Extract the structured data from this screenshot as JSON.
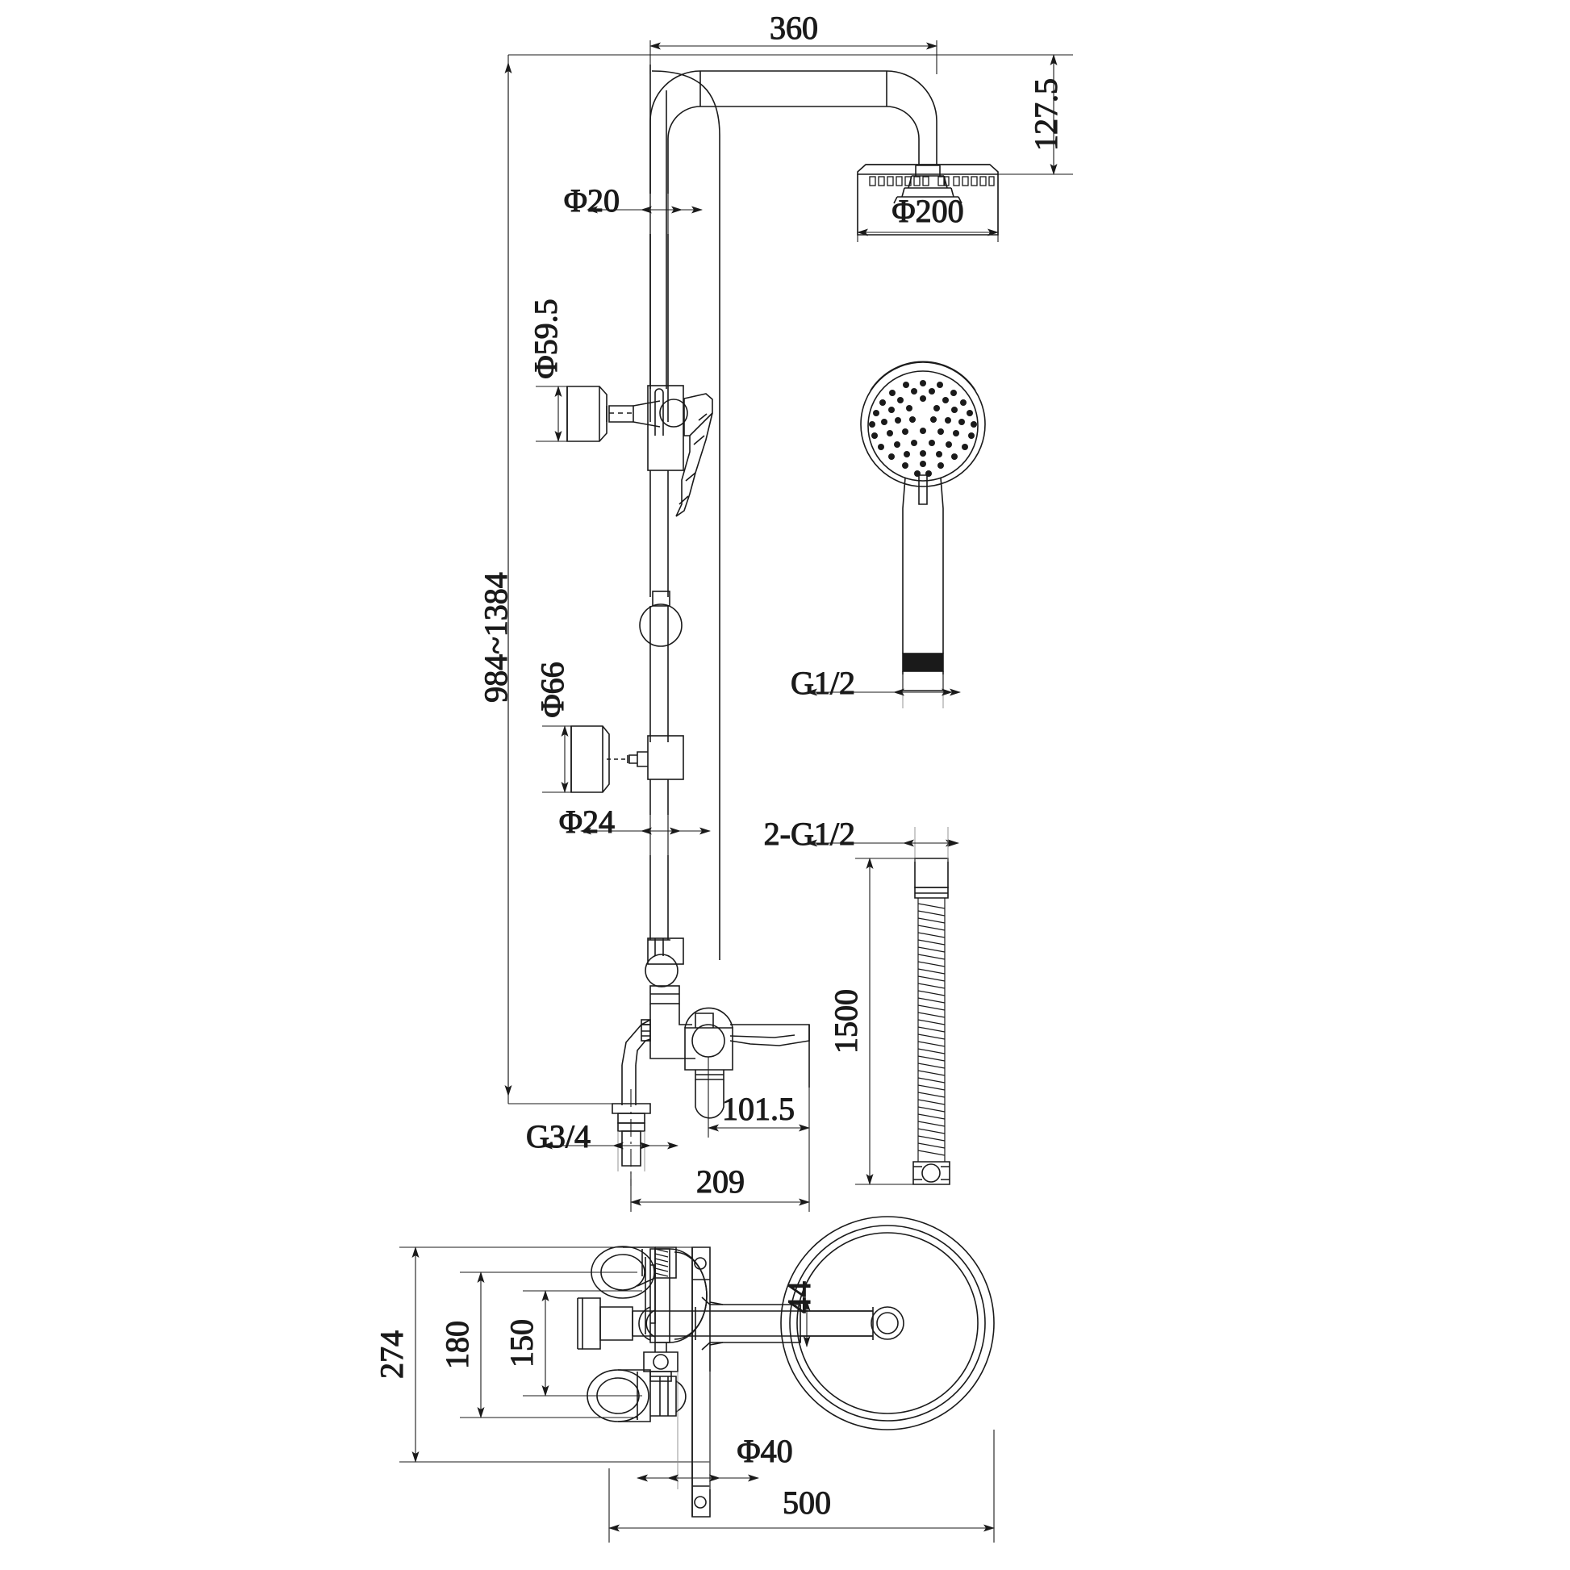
{
  "drawing": {
    "title": "Shower Column Technical Drawing",
    "type": "mechanical-dimension-drawing",
    "units": "mm",
    "line_color": "#1a1a1a",
    "background_color": "#ffffff"
  },
  "views": {
    "front_elevation": {
      "name": "front-elevation-view"
    },
    "hand_shower": {
      "name": "hand-shower-detail"
    },
    "hose": {
      "name": "shower-hose-detail"
    },
    "plan_view": {
      "name": "plan-section-view"
    }
  },
  "dimensions": {
    "top_arm_reach": "360",
    "head_drop": "127.5",
    "riser_tube_dia": "Φ20",
    "head_dia": "Φ200",
    "upper_bracket_dia": "Φ59.5",
    "slide_range": "984~1384",
    "lower_bracket_dia": "Φ66",
    "riser_lower_dia": "Φ24",
    "hand_shower_thread": "G1/2",
    "hose_thread": "2-G1/2",
    "hose_length": "1500",
    "inlet_thread": "G3/4",
    "spout_projection": "101.5",
    "overall_projection": "209",
    "body_height": "274",
    "inlet_centers": "180",
    "inlet_centers_inner": "150",
    "spout_offset": "44",
    "spout_dia": "Φ40",
    "plan_width": "500"
  }
}
